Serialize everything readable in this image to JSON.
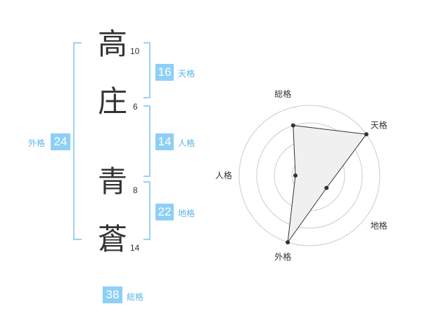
{
  "name": {
    "chars": [
      {
        "char": "高",
        "strokes": "10"
      },
      {
        "char": "庄",
        "strokes": "6"
      },
      {
        "char": "青",
        "strokes": "8"
      },
      {
        "char": "蒼",
        "strokes": "14"
      }
    ]
  },
  "fortunes": {
    "tenkaku": {
      "value": "16",
      "label": "天格"
    },
    "jinkaku": {
      "value": "14",
      "label": "人格"
    },
    "chikaku": {
      "value": "22",
      "label": "地格"
    },
    "gaikaku": {
      "value": "24",
      "label": "外格"
    },
    "soukaku": {
      "value": "38",
      "label": "総格"
    }
  },
  "chart_data": {
    "type": "radar",
    "axes": [
      "総格",
      "天格",
      "地格",
      "外格",
      "人格"
    ],
    "values": [
      0.75,
      1.0,
      0.3,
      1.0,
      0.2
    ],
    "rings": 4,
    "colors": {
      "fill": "#f0f0f0",
      "stroke": "#333333",
      "grid": "#cccccc",
      "center": "#cccccc"
    }
  },
  "colors": {
    "badge": "#8ecff6",
    "label": "#5bb5ea",
    "bracket": "#9bd2f3"
  }
}
